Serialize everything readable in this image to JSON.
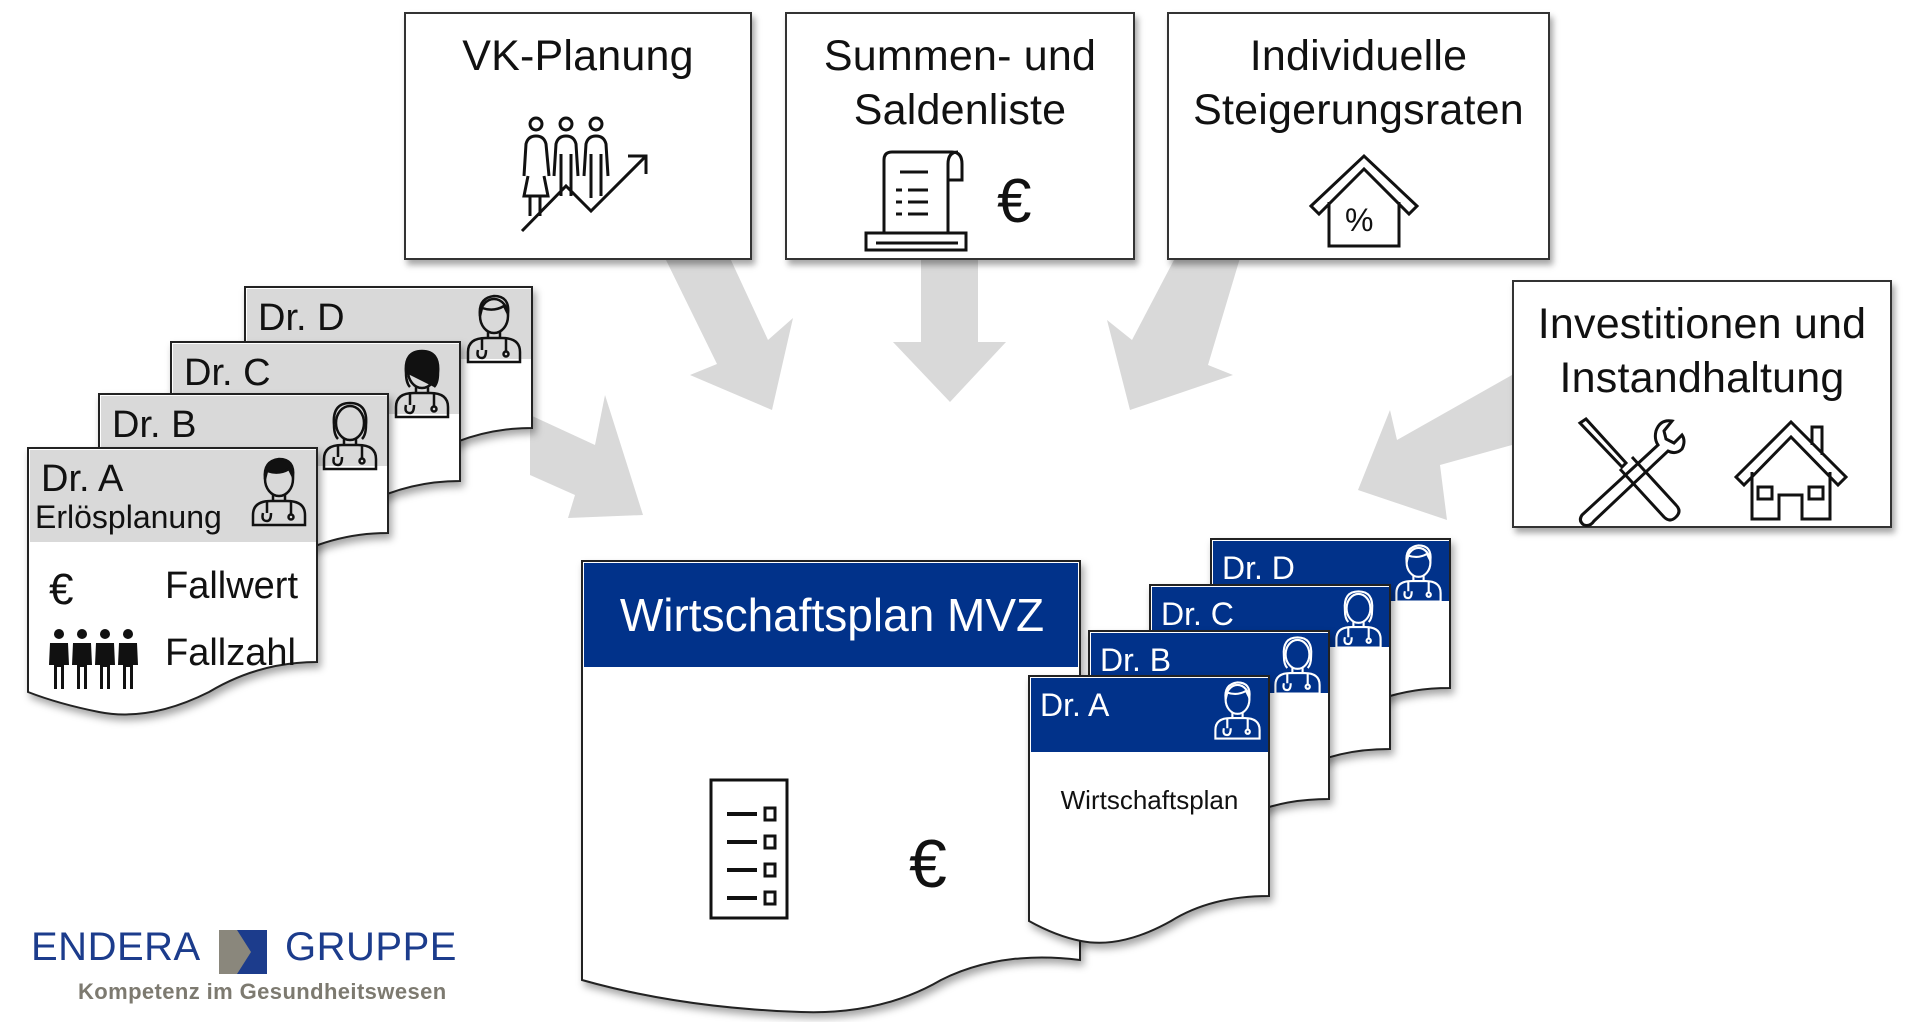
{
  "colors": {
    "brand_blue": "#01328a",
    "header_gray": "#d9d9d9",
    "arrow_gray": "#d9d9d9",
    "logo_gray": "#7d7a70",
    "logo_blue": "#1c3c8c"
  },
  "top_boxes": [
    {
      "title_line1": "VK-Planung",
      "title_line2": "",
      "icon": "staff-growth-icon"
    },
    {
      "title_line1": "Summen- und",
      "title_line2": "Saldenliste",
      "icon": "receipt-icon",
      "symbol": "€"
    },
    {
      "title_line1": "Individuelle",
      "title_line2": "Steigerungsraten",
      "icon": "house-percent-icon",
      "symbol": "%"
    }
  ],
  "side_box": {
    "title_line1": "Investitionen und",
    "title_line2": "Instandhaltung",
    "icons": [
      "tools-icon",
      "house-icon"
    ]
  },
  "revenue_cards": {
    "doctors": [
      "Dr. A",
      "Dr. B",
      "Dr. C",
      "Dr. D"
    ],
    "subtitle": "Erlösplanung",
    "items": [
      {
        "symbol": "€",
        "label": "Fallwert"
      },
      {
        "symbol": "people",
        "label": "Fallzahl"
      }
    ]
  },
  "main_plan": {
    "title": "Wirtschaftsplan MVZ",
    "symbol": "€"
  },
  "plan_cards": {
    "doctors": [
      "Dr. A",
      "Dr. B",
      "Dr. C",
      "Dr. D"
    ],
    "body_label": "Wirtschaftsplan"
  },
  "logo": {
    "left": "ENDERA",
    "right": "GRUPPE",
    "tagline": "Kompetenz im Gesundheitswesen"
  }
}
